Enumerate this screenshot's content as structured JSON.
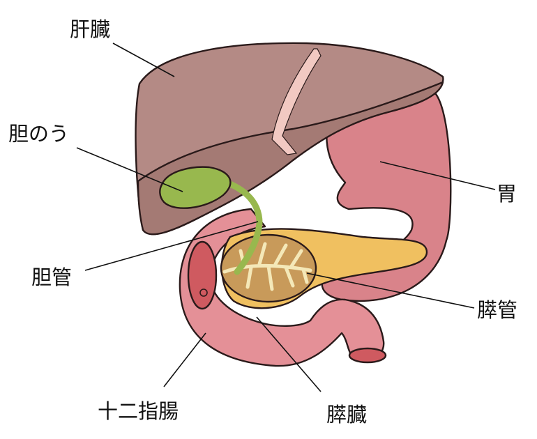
{
  "labels": {
    "liver": "肝臓",
    "gallbladder": "胆のう",
    "bile_duct": "胆管",
    "duodenum": "十二指腸",
    "stomach": "胃",
    "pancreatic_duct": "膵管",
    "pancreas": "膵臓"
  },
  "colors": {
    "liver": "#b48a85",
    "liver_under": "#a47a74",
    "ligament": "#f2c9c2",
    "gallbladder": "#98b84e",
    "stomach": "#d9838a",
    "duodenum": "#e49097",
    "duodenum_inner": "#cf5a60",
    "pancreas": "#f0c060",
    "pancreas_cut": "#c89a5a",
    "duct": "#f4e8b8"
  }
}
